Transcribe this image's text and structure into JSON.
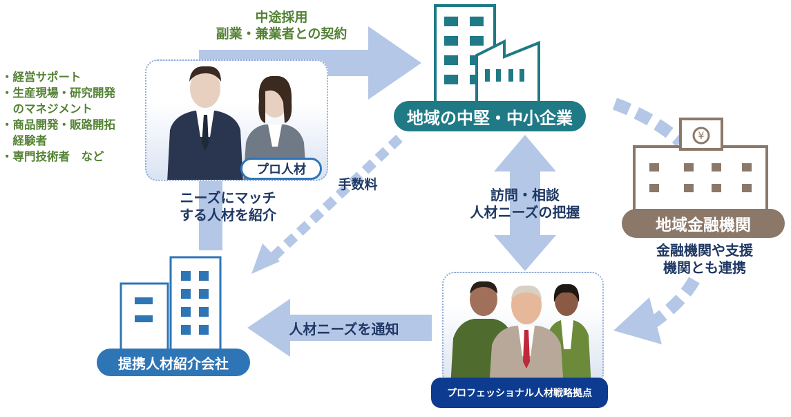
{
  "colors": {
    "arrow": "#b4c7e7",
    "teal": "#1f7a86",
    "brown": "#8c7868",
    "navy": "#1f3864",
    "green": "#548235",
    "dark_blue_pill": "#0c3b8f"
  },
  "nodes": {
    "regional_companies": "地域の中堅・中小企業",
    "financial_institutions": "地域金融機関",
    "pro_talent": "プロ人材",
    "staffing_agency": "提携人材紹介会社",
    "strategy_base": "プロフェッショナル人材戦略拠点"
  },
  "pro_talent_list": [
    "・経営サポート",
    "・生産現場・研究開発",
    "　のマネジメント",
    "・商品開発・販路開拓",
    "　経験者",
    "・専門技術者　など"
  ],
  "edges": {
    "hiring_line1": "中途採用",
    "hiring_line2": "副業・兼業者との契約",
    "match_line1": "ニーズにマッチ",
    "match_line2": "する人材を紹介",
    "fee": "手数料",
    "visit_line1": "訪問・相談",
    "visit_line2": "人材ニーズの把握",
    "notify": "人材ニーズを通知",
    "finance_line1": "金融機関や支援",
    "finance_line2": "機関とも連携"
  },
  "icons": [
    "yen-icon",
    "building-icon",
    "factory-icon",
    "office-building-icon",
    "bank-icon",
    "people-icon"
  ]
}
